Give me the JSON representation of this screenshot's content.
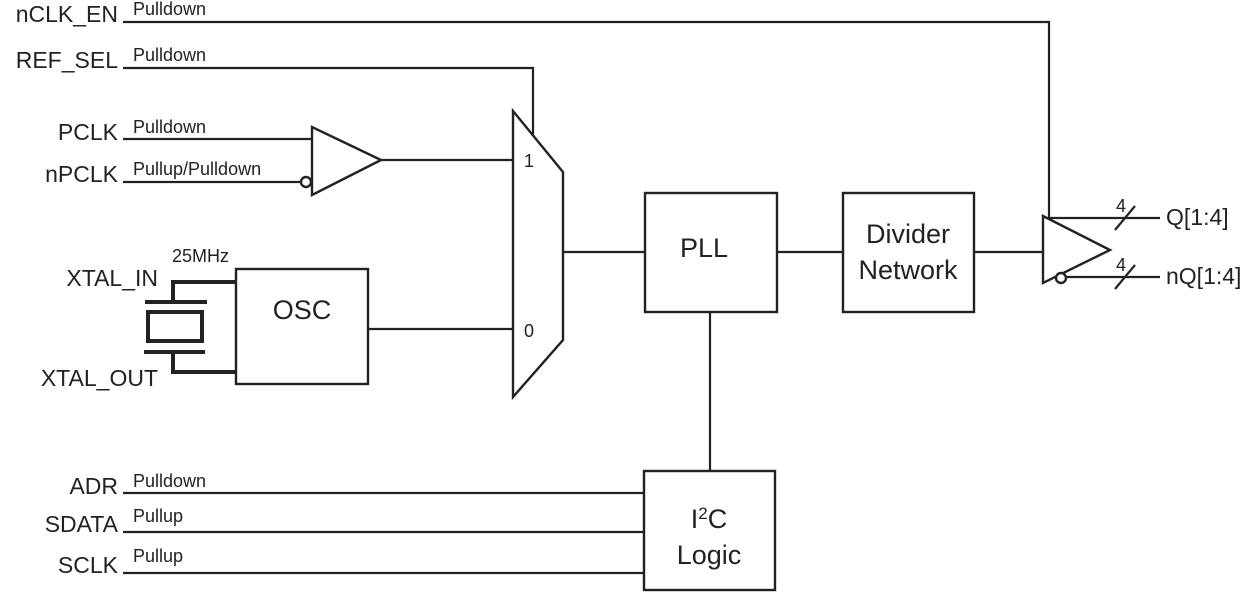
{
  "diagram": {
    "inputs": {
      "nclk_en": {
        "label": "nCLK_EN",
        "bias": "Pulldown"
      },
      "ref_sel": {
        "label": "REF_SEL",
        "bias": "Pulldown"
      },
      "pclk": {
        "label": "PCLK",
        "bias": "Pulldown"
      },
      "npclk": {
        "label": "nPCLK",
        "bias": "Pullup/Pulldown"
      },
      "xtal_in": {
        "label": "XTAL_IN"
      },
      "xtal_out": {
        "label": "XTAL_OUT"
      },
      "adr": {
        "label": "ADR",
        "bias": "Pulldown"
      },
      "sdata": {
        "label": "SDATA",
        "bias": "Pullup"
      },
      "sclk": {
        "label": "SCLK",
        "bias": "Pullup"
      }
    },
    "crystal_freq": "25MHz",
    "blocks": {
      "osc": "OSC",
      "pll": "PLL",
      "divider_line1": "Divider",
      "divider_line2": "Network",
      "i2c_line1_base": "I",
      "i2c_line1_sup": "2",
      "i2c_line1_tail": "C",
      "i2c_line2": "Logic"
    },
    "mux": {
      "in1": "1",
      "in0": "0"
    },
    "outputs": {
      "q": {
        "label": "Q[1:4]",
        "width": "4"
      },
      "nq": {
        "label": "nQ[1:4]",
        "width": "4"
      }
    }
  }
}
